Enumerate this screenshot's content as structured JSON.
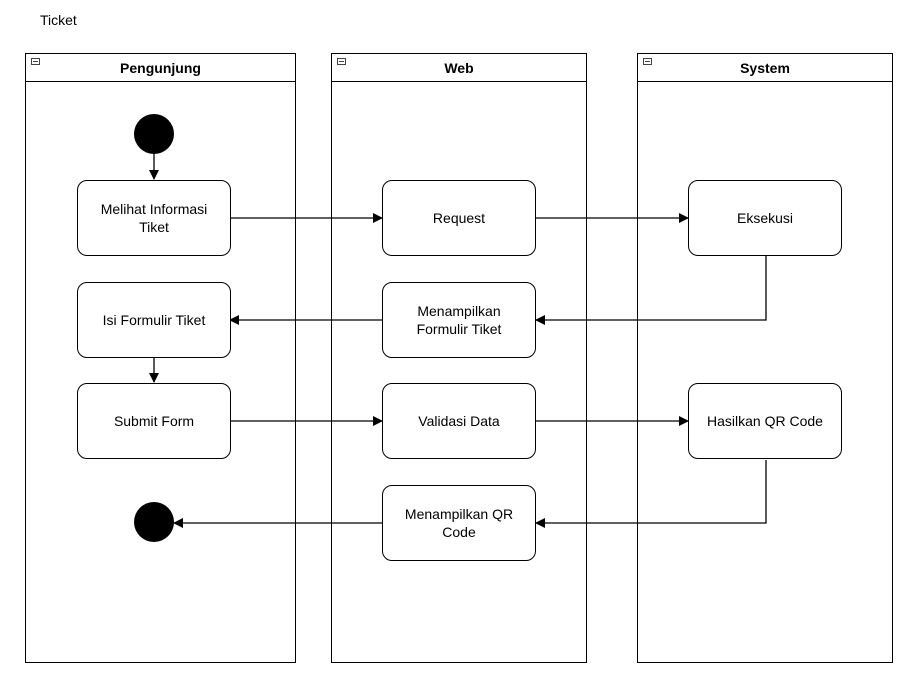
{
  "title": "Ticket",
  "lanes": {
    "pengunjung": "Pengunjung",
    "web": "Web",
    "system": "System"
  },
  "nodes": {
    "melihat_informasi_tiket": "Melihat Informasi\nTiket",
    "request": "Request",
    "eksekusi": "Eksekusi",
    "isi_formulir_tiket": "Isi Formulir Tiket",
    "menampilkan_formulir_tiket": "Menampilkan\nFormulir Tiket",
    "submit_form": "Submit Form",
    "validasi_data": "Validasi Data",
    "hasilkan_qr_code": "Hasilkan QR Code",
    "menampilkan_qr_code": "Menampilkan QR\nCode"
  }
}
